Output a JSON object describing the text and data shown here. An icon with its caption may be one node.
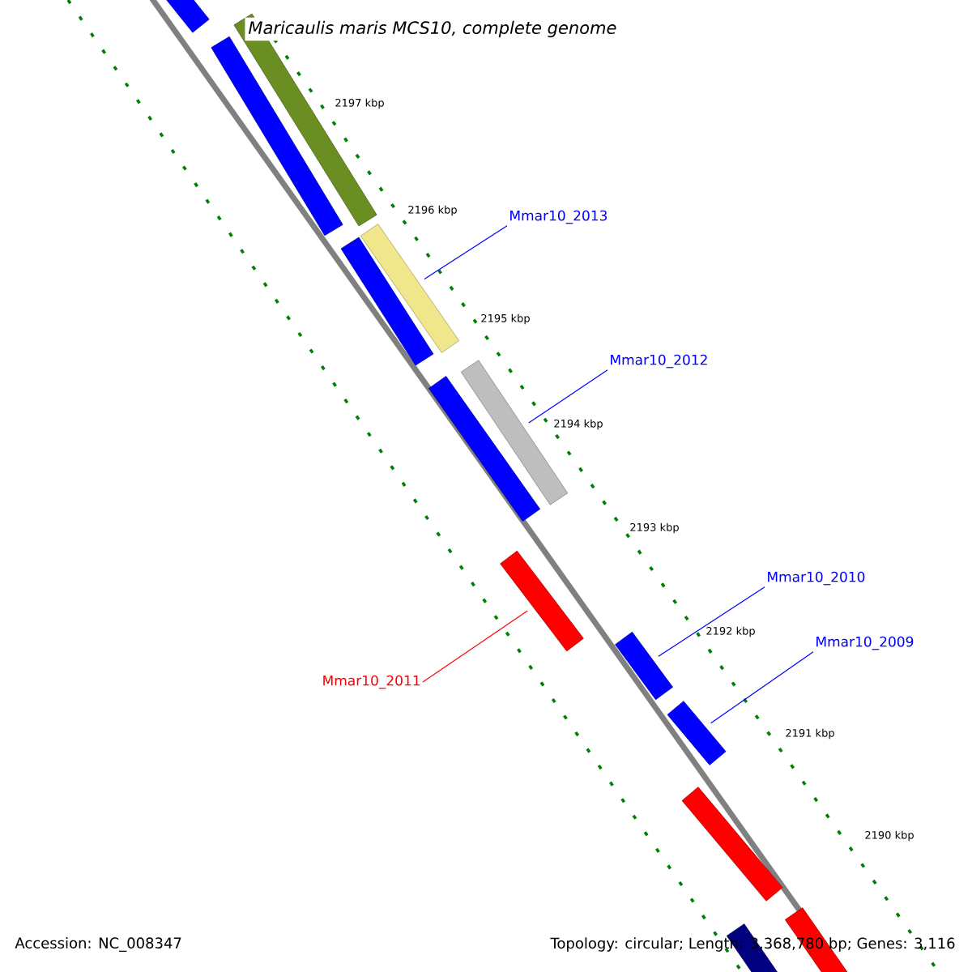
{
  "diagram": {
    "title": "*Maricaulis maris* MCS10, complete genome",
    "nodes": [
      {
        "text": [],
        "shape": "bar"
      },
      {
        "text": [],
        "shape": "bar"
      },
      {
        "text": [],
        "shape": "bar"
      },
      {
        "text": [],
        "shape": "bar"
      },
      {
        "text": [],
        "shape": "bar"
      },
      {
        "text": [],
        "shape": "bar"
      },
      {
        "text": [],
        "shape": "bar"
      },
      {
        "text": [],
        "shape": "bar"
      },
      {
        "text": [],
        "shape": "bar"
      },
      {
        "text": [],
        "shape": "bar"
      },
      {
        "text": [],
        "shape": "bar"
      },
      {
        "text": [],
        "shape": "bar"
      },
      {
        "text": [],
        "shape": "bar"
      },
      {
        "text": [
          "Mmar10_2013"
        ]
      },
      {
        "text": [
          "Mmar10_2012"
        ]
      },
      {
        "text": [
          "Mmar10_2010"
        ]
      },
      {
        "text": [
          "Mmar10_2009"
        ]
      },
      {
        "text": [
          "Mmar10_2011"
        ]
      }
    ],
    "edges": [
      {
        "from": 13,
        "to": 3,
        "arrow": "none"
      },
      {
        "from": 14,
        "to": 5,
        "arrow": "none"
      },
      {
        "from": 15,
        "to": 8,
        "arrow": "none"
      },
      {
        "from": 16,
        "to": 9,
        "arrow": "none"
      },
      {
        "from": 17,
        "to": 7,
        "arrow": "none",
        "color": "#ff0000"
      }
    ],
    "labels": [
      "2197 kbp",
      "2196 kbp",
      "2195 kbp",
      "2194 kbp",
      "2193 kbp",
      "2192 kbp",
      "2191 kbp",
      "2190 kbp",
      "Accession: NC_008347",
      "Topology: circular; Length: 3,368,780 bp; Genes: 3,116"
    ]
  }
}
